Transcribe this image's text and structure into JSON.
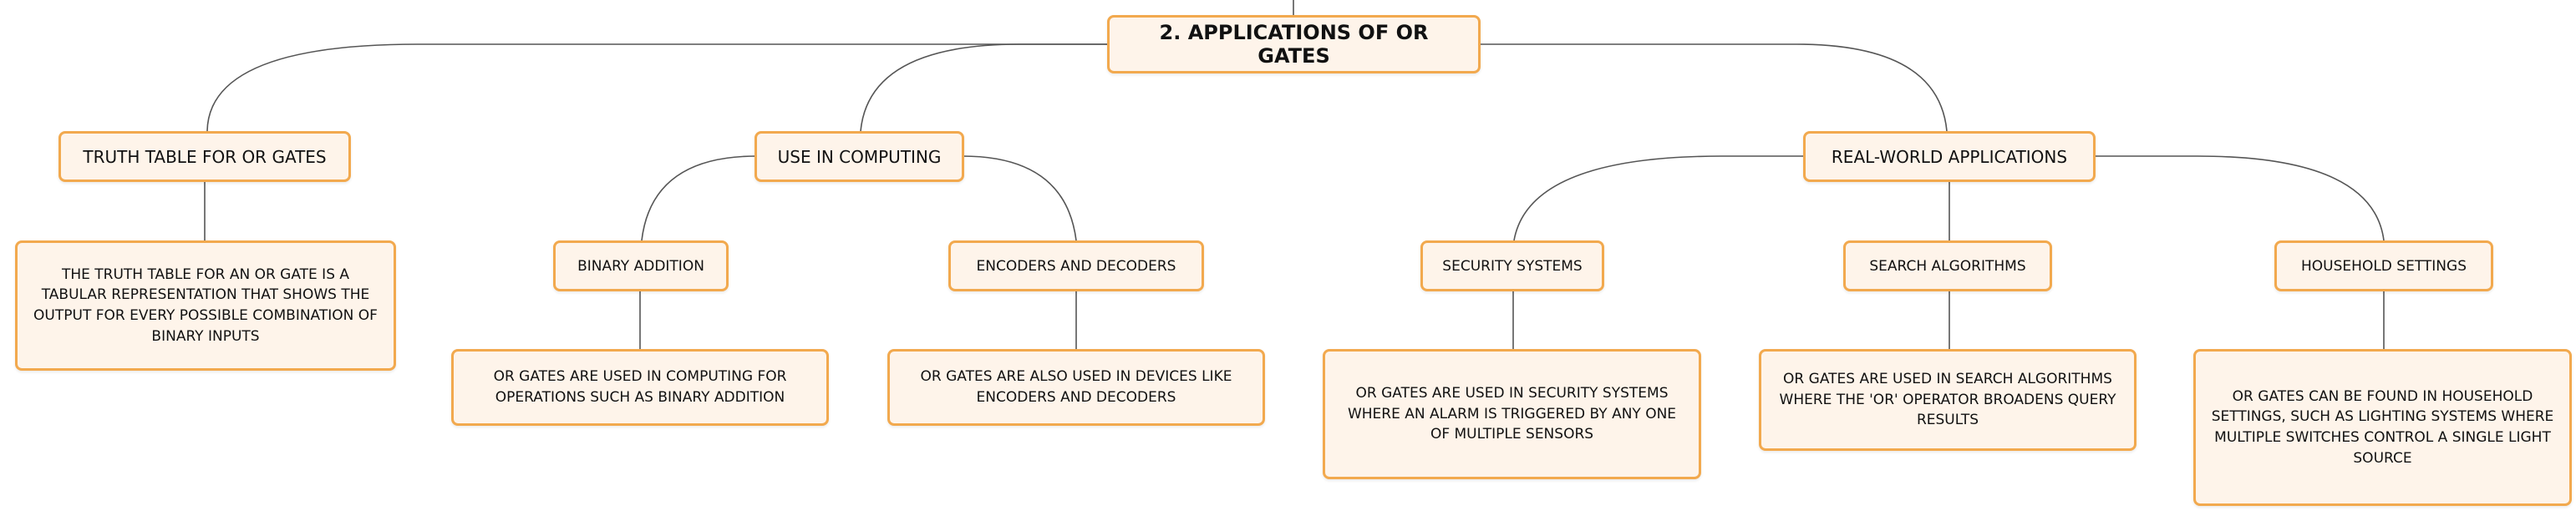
{
  "root": {
    "label": "2. APPLICATIONS OF OR GATES"
  },
  "truth_table": {
    "label": "TRUTH TABLE FOR OR GATES",
    "detail": "THE TRUTH TABLE FOR AN OR GATE IS A TABULAR REPRESENTATION THAT SHOWS THE OUTPUT FOR EVERY POSSIBLE COMBINATION OF BINARY INPUTS"
  },
  "computing": {
    "label": "USE IN COMPUTING",
    "binary_addition": {
      "label": "BINARY ADDITION",
      "detail": "OR GATES ARE USED IN COMPUTING FOR OPERATIONS SUCH AS BINARY ADDITION"
    },
    "encoders": {
      "label": "ENCODERS AND DECODERS",
      "detail": "OR GATES ARE ALSO USED IN DEVICES LIKE ENCODERS AND DECODERS"
    }
  },
  "real_world": {
    "label": "REAL-WORLD APPLICATIONS",
    "security": {
      "label": "SECURITY SYSTEMS",
      "detail": "OR GATES ARE USED IN SECURITY SYSTEMS WHERE AN ALARM IS TRIGGERED BY ANY ONE OF MULTIPLE SENSORS"
    },
    "search": {
      "label": "SEARCH ALGORITHMS",
      "detail": "OR GATES ARE USED IN SEARCH ALGORITHMS WHERE THE 'OR' OPERATOR BROADENS QUERY RESULTS"
    },
    "household": {
      "label": "HOUSEHOLD SETTINGS",
      "detail": "OR GATES CAN BE FOUND IN HOUSEHOLD SETTINGS, SUCH AS LIGHTING SYSTEMS WHERE MULTIPLE SWITCHES CONTROL A SINGLE LIGHT SOURCE"
    }
  },
  "colors": {
    "node_fill": "#fef4ea",
    "node_border": "#f2a94e",
    "connector": "#555555"
  }
}
